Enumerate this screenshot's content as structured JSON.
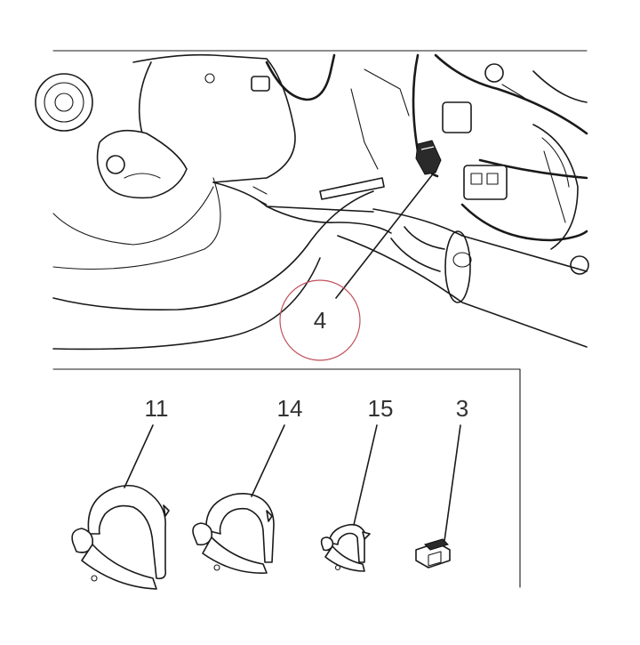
{
  "callouts": {
    "main": "4",
    "parts": [
      "11",
      "14",
      "15",
      "3"
    ]
  },
  "colors": {
    "line": "#1a1a1a",
    "highlight_circle": "#c0505a",
    "label": "#333333"
  }
}
